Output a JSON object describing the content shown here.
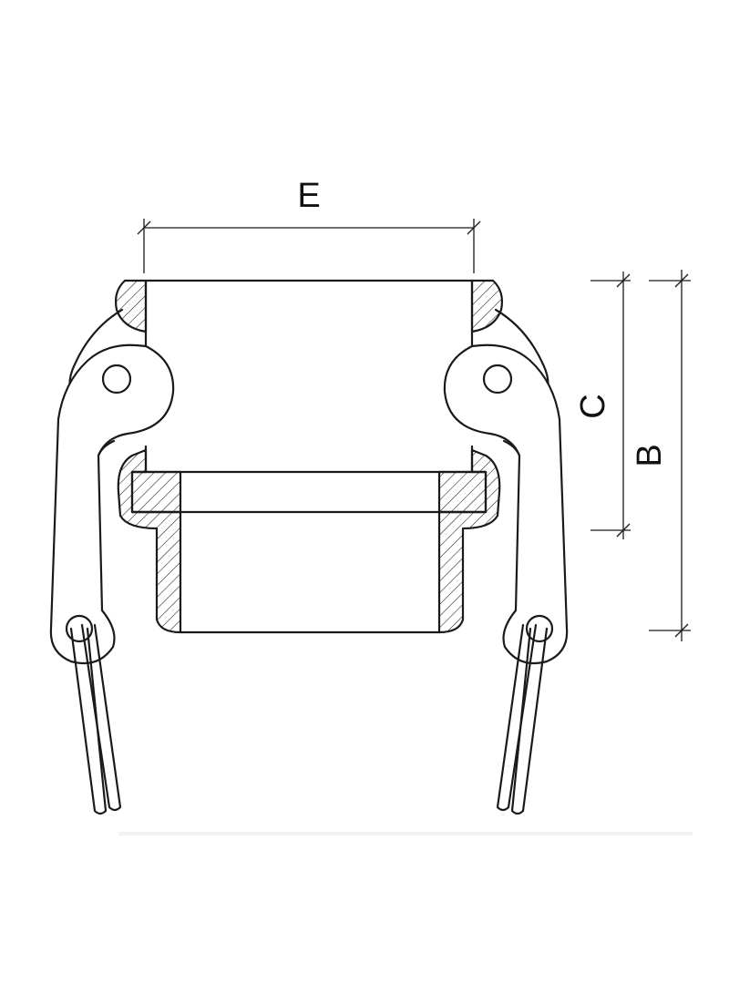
{
  "diagram": {
    "labels": {
      "E": "E",
      "C": "C",
      "B": "B"
    },
    "colors": {
      "line": "#1a1a1a",
      "background": "#ffffff",
      "hatch": "#1a1a1a"
    }
  }
}
